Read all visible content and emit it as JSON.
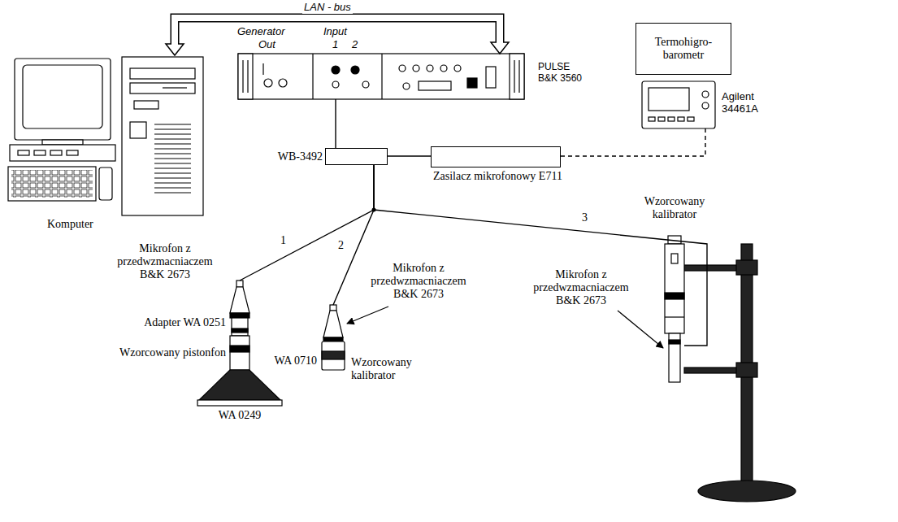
{
  "diagram": {
    "nodes": [
      {
        "text": [
          "Komputer"
        ]
      },
      {
        "text": [
          "Generator",
          "Out",
          "Input",
          "1",
          "2",
          "PULSE B&K 3560"
        ]
      },
      {
        "text": [
          "Termohigro- barometr"
        ]
      },
      {
        "text": [
          "Agilent 34461A"
        ]
      },
      {
        "text": [
          "WB-3492"
        ]
      },
      {
        "text": [
          "Zasilacz mikrofonowy E711"
        ]
      },
      {
        "text": [
          "Mikrofon z przedwzmacniaczem B&K 2673",
          "Adapter WA 0251",
          "Wzorcowany pistonfon",
          "WA 0249"
        ]
      },
      {
        "text": [
          "Mikrofon z przedwzmacniaczem B&K 2673",
          "WA 0710",
          "Wzorcowany kalibrator"
        ]
      },
      {
        "text": [
          "Wzorcowany kalibrator",
          "Mikrofon z przedwzmacniaczem B&K 2673"
        ]
      }
    ],
    "edges": [
      {
        "from": 0,
        "to": 1,
        "arrow": "both",
        "label": "LAN - bus"
      },
      {
        "from": 1,
        "to": 4,
        "arrow": "none"
      },
      {
        "from": 4,
        "to": 5,
        "arrow": "none"
      },
      {
        "from": 5,
        "to": 3,
        "arrow": "none"
      },
      {
        "from": 4,
        "to": 6,
        "arrow": "none",
        "label": "1"
      },
      {
        "from": 4,
        "to": 7,
        "arrow": "none",
        "label": "2"
      },
      {
        "from": 4,
        "to": 8,
        "arrow": "none",
        "label": "3"
      }
    ]
  }
}
